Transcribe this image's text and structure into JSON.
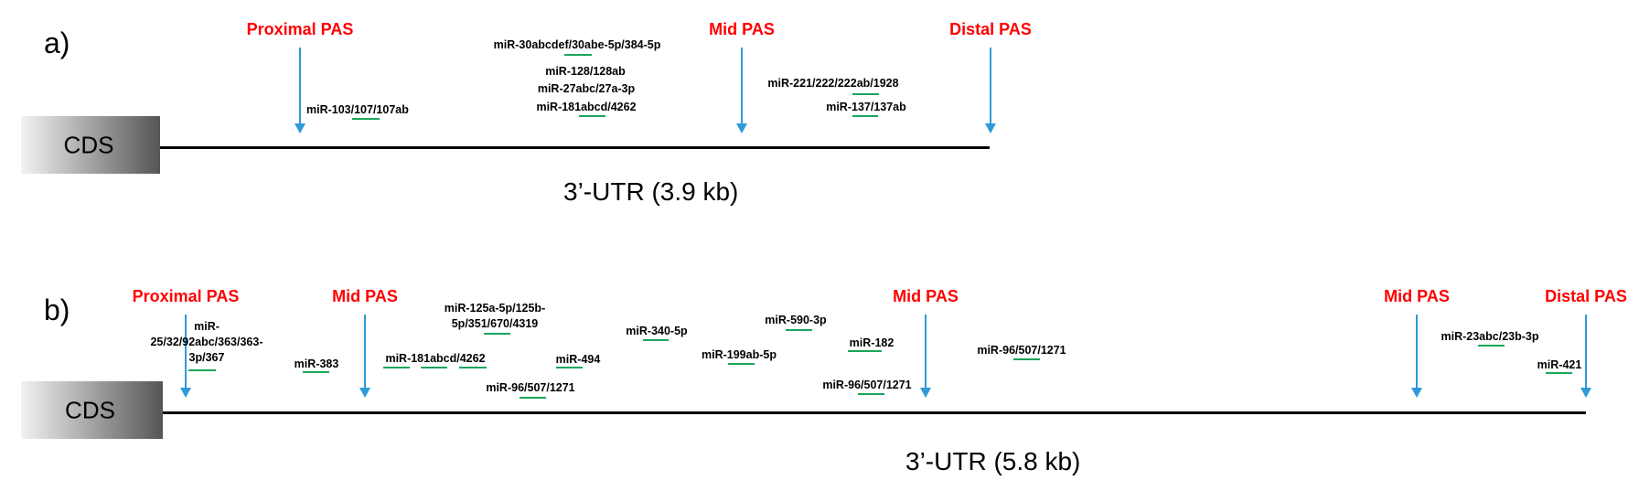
{
  "colors": {
    "pas_label": "#ff0000",
    "arrow": "#2e9bd8",
    "underline": "#1aa55a",
    "line": "#000000",
    "cds_dark": "#555555",
    "cds_light": "#f2f2f2"
  },
  "panels": [
    {
      "id": "a",
      "label": "a)",
      "cds_label": "CDS",
      "utr_label": "3’-UTR (3.9 kb)",
      "pas": [
        {
          "label": "Proximal PAS"
        },
        {
          "label": "Mid PAS"
        },
        {
          "label": "Distal PAS"
        }
      ],
      "mirs": [
        {
          "lines": [
            "miR-103/107/107ab"
          ]
        },
        {
          "lines": [
            "miR-30abcdef/30abe-5p/384-5p"
          ]
        },
        {
          "lines": [
            "miR-128/128ab"
          ]
        },
        {
          "lines": [
            "miR-27abc/27a-3p"
          ]
        },
        {
          "lines": [
            "miR-181abcd/4262"
          ]
        },
        {
          "lines": [
            "miR-221/222/222ab/1928"
          ]
        },
        {
          "lines": [
            "miR-137/137ab"
          ]
        }
      ]
    },
    {
      "id": "b",
      "label": "b)",
      "cds_label": "CDS",
      "utr_label": "3’-UTR (5.8 kb)",
      "pas": [
        {
          "label": "Proximal PAS"
        },
        {
          "label": "Mid PAS"
        },
        {
          "label": "Mid PAS"
        },
        {
          "label": "Mid PAS"
        },
        {
          "label": "Distal PAS"
        }
      ],
      "mirs": [
        {
          "lines": [
            "miR-",
            "25/32/92abc/363/363-",
            "3p/367"
          ]
        },
        {
          "lines": [
            "miR-383"
          ]
        },
        {
          "lines": [
            "miR-181abcd/4262"
          ]
        },
        {
          "lines": [
            "miR-125a-5p/125b-",
            "5p/351/670/4319"
          ]
        },
        {
          "lines": [
            "miR-494"
          ]
        },
        {
          "lines": [
            "miR-96/507/1271"
          ]
        },
        {
          "lines": [
            "miR-340-5p"
          ]
        },
        {
          "lines": [
            "miR-199ab-5p"
          ]
        },
        {
          "lines": [
            "miR-590-3p"
          ]
        },
        {
          "lines": [
            "miR-182"
          ]
        },
        {
          "lines": [
            "miR-96/507/1271"
          ]
        },
        {
          "lines": [
            "miR-96/507/1271"
          ]
        },
        {
          "lines": [
            "miR-23abc/23b-3p"
          ]
        },
        {
          "lines": [
            "miR-421"
          ]
        }
      ]
    }
  ]
}
